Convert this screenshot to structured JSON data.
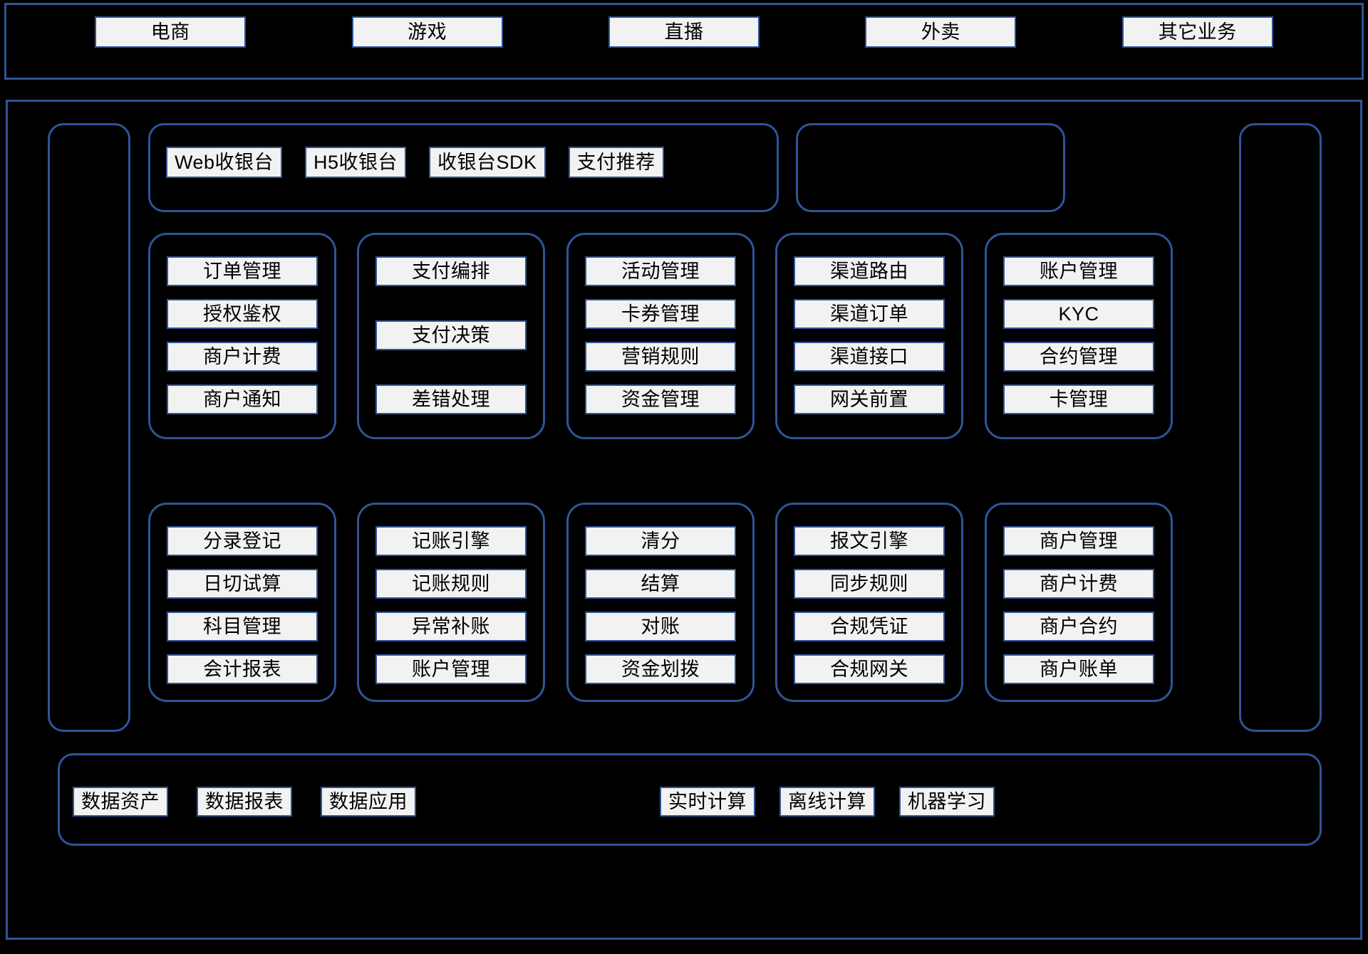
{
  "business_band": {
    "name": "business-scenarios",
    "items": [
      {
        "label": "电商"
      },
      {
        "label": "游戏"
      },
      {
        "label": "直播"
      },
      {
        "label": "外卖"
      },
      {
        "label": "其它业务"
      }
    ]
  },
  "platform": {
    "rail_left": {
      "label": ""
    },
    "rail_right": {
      "label": ""
    },
    "access_panel": {
      "items": [
        {
          "label": "Web收银台"
        },
        {
          "label": "H5收银台"
        },
        {
          "label": "收银台SDK"
        },
        {
          "label": "支付推荐"
        }
      ]
    },
    "access_empty": {
      "label": ""
    },
    "groups_row1": [
      {
        "name": "order-group",
        "spaced": false,
        "items": [
          {
            "label": "订单管理"
          },
          {
            "label": "授权鉴权"
          },
          {
            "label": "商户计费"
          },
          {
            "label": "商户通知"
          }
        ]
      },
      {
        "name": "payment-orchestration-group",
        "spaced": true,
        "items": [
          {
            "label": "支付编排"
          },
          {
            "label": "支付决策"
          },
          {
            "label": "差错处理"
          }
        ]
      },
      {
        "name": "marketing-group",
        "spaced": false,
        "items": [
          {
            "label": "活动管理"
          },
          {
            "label": "卡券管理"
          },
          {
            "label": "营销规则"
          },
          {
            "label": "资金管理"
          }
        ]
      },
      {
        "name": "channel-group",
        "spaced": false,
        "items": [
          {
            "label": "渠道路由"
          },
          {
            "label": "渠道订单"
          },
          {
            "label": "渠道接口"
          },
          {
            "label": "网关前置"
          }
        ]
      },
      {
        "name": "account-group",
        "spaced": false,
        "items": [
          {
            "label": "账户管理"
          },
          {
            "label": "KYC"
          },
          {
            "label": "合约管理"
          },
          {
            "label": "卡管理"
          }
        ]
      }
    ],
    "groups_row2": [
      {
        "name": "accounting-entry-group",
        "spaced": false,
        "items": [
          {
            "label": "分录登记"
          },
          {
            "label": "日切试算"
          },
          {
            "label": "科目管理"
          },
          {
            "label": "会计报表"
          }
        ]
      },
      {
        "name": "bookkeeping-group",
        "spaced": false,
        "items": [
          {
            "label": "记账引擎"
          },
          {
            "label": "记账规则"
          },
          {
            "label": "异常补账"
          },
          {
            "label": "账户管理"
          }
        ]
      },
      {
        "name": "clearing-group",
        "spaced": false,
        "items": [
          {
            "label": "清分"
          },
          {
            "label": "结算"
          },
          {
            "label": "对账"
          },
          {
            "label": "资金划拨"
          }
        ]
      },
      {
        "name": "compliance-group",
        "spaced": false,
        "items": [
          {
            "label": "报文引擎"
          },
          {
            "label": "同步规则"
          },
          {
            "label": "合规凭证"
          },
          {
            "label": "合规网关"
          }
        ]
      },
      {
        "name": "merchant-group",
        "spaced": false,
        "items": [
          {
            "label": "商户管理"
          },
          {
            "label": "商户计费"
          },
          {
            "label": "商户合约"
          },
          {
            "label": "商户账单"
          }
        ]
      }
    ],
    "data_band": {
      "left_items": [
        {
          "label": "数据资产"
        },
        {
          "label": "数据报表"
        },
        {
          "label": "数据应用"
        }
      ],
      "right_items": [
        {
          "label": "实时计算"
        },
        {
          "label": "离线计算"
        },
        {
          "label": "机器学习"
        }
      ]
    }
  },
  "theme": {
    "background": "#000000",
    "border": "#2F5597",
    "chip_fill": "#F2F2F2",
    "chip_text": "#000000"
  }
}
